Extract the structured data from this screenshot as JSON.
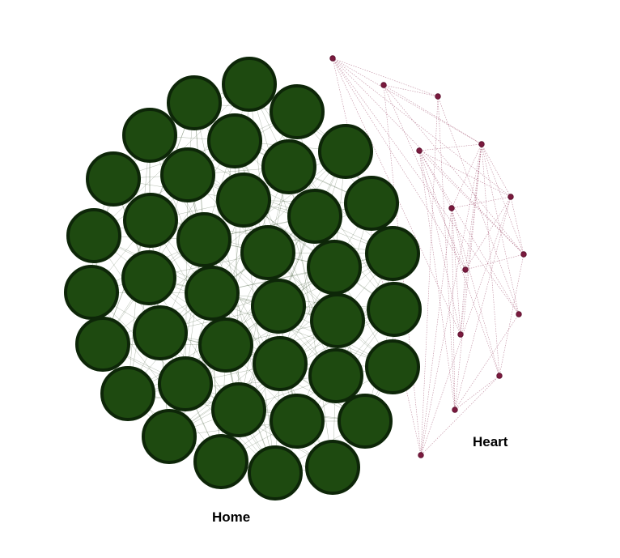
{
  "clusters": [
    {
      "id": "home",
      "label": "Home",
      "node_color": "#1e4a10",
      "node_stroke": "#0d2608",
      "edge_color": "#1f3d14",
      "node_count": 40
    },
    {
      "id": "heart",
      "label": "Heart",
      "node_color": "#7a1a3e",
      "node_stroke": "#5a0f2c",
      "edge_color": "#8a2a4e",
      "node_count": 15
    }
  ]
}
